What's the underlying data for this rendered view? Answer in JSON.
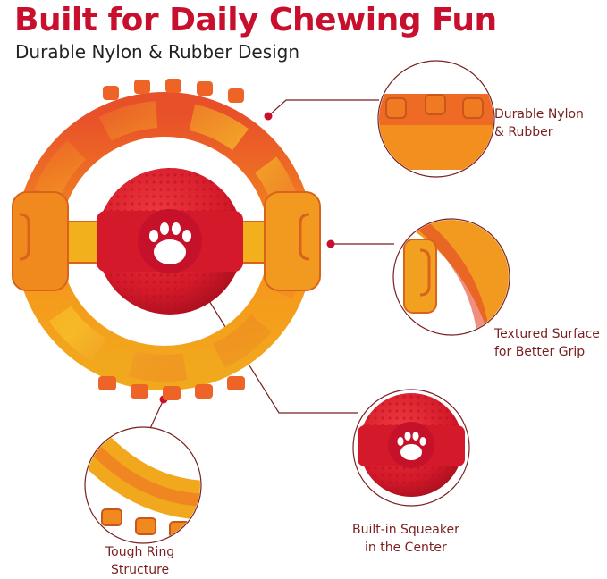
{
  "header": {
    "title": "Built for Daily Chewing Fun",
    "subtitle": "Durable Nylon & Rubber Design"
  },
  "callouts": {
    "nylon": {
      "line1": "Durable Nylon",
      "line2": "& Rubber"
    },
    "texture": {
      "line1": "Textured Surface",
      "line2": "for Better Grip"
    },
    "squeaker": {
      "line1": "Built-in Squeaker",
      "line2": "in the Center"
    },
    "ring": {
      "line1": "Tough Ring",
      "line2": "Structure"
    }
  },
  "colors": {
    "title": "#c8102e",
    "callout_text": "#7a1f1f",
    "leader_line": "#7a1f1f",
    "ring_orange": "#f08a1e",
    "ring_red": "#e5452a",
    "ring_yellow": "#f5b21b",
    "ball_red": "#d7182a"
  },
  "icons": {
    "paw": "paw-print-icon"
  }
}
